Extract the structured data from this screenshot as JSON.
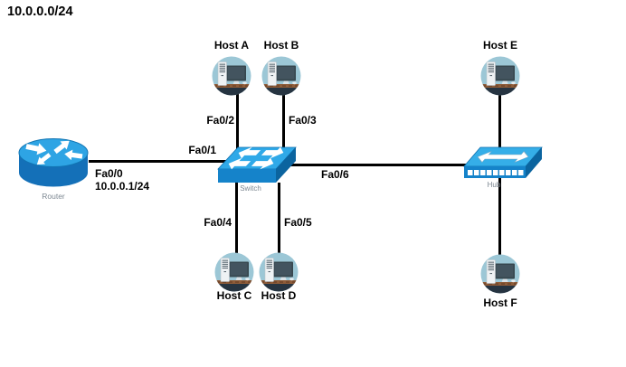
{
  "title": "10.0.0.0/24",
  "devices": {
    "router": {
      "label": "Router",
      "type": "router"
    },
    "switch": {
      "label": "Switch",
      "type": "switch"
    },
    "hub": {
      "label": "Hub",
      "type": "hub"
    },
    "hostA": {
      "label": "Host A",
      "type": "pc"
    },
    "hostB": {
      "label": "Host B",
      "type": "pc"
    },
    "hostC": {
      "label": "Host C",
      "type": "pc"
    },
    "hostD": {
      "label": "Host D",
      "type": "pc"
    },
    "hostE": {
      "label": "Host E",
      "type": "pc"
    },
    "hostF": {
      "label": "Host F",
      "type": "pc"
    }
  },
  "ports": {
    "fa0_0": "Fa0/0",
    "router_ip": "10.0.0.1/24",
    "fa0_1": "Fa0/1",
    "fa0_2": "Fa0/2",
    "fa0_3": "Fa0/3",
    "fa0_4": "Fa0/4",
    "fa0_5": "Fa0/5",
    "fa0_6": "Fa0/6"
  },
  "links": [
    {
      "from": "Router",
      "to": "Switch",
      "from_port": "Fa0/0",
      "to_port": "Fa0/1"
    },
    {
      "from": "Host A",
      "to": "Switch",
      "to_port": "Fa0/2"
    },
    {
      "from": "Host B",
      "to": "Switch",
      "to_port": "Fa0/3"
    },
    {
      "from": "Host C",
      "to": "Switch",
      "to_port": "Fa0/4"
    },
    {
      "from": "Host D",
      "to": "Switch",
      "to_port": "Fa0/5"
    },
    {
      "from": "Switch",
      "to": "Hub",
      "from_port": "Fa0/6"
    },
    {
      "from": "Host E",
      "to": "Hub"
    },
    {
      "from": "Host F",
      "to": "Hub"
    }
  ],
  "colors": {
    "link": "#000000",
    "device_top_blue": "#2FA9E8",
    "device_front_blue": "#1583CA",
    "device_side_blue": "#0B649F",
    "host_circle_bg": "#9CC7D6",
    "host_dark_base": "#263441",
    "desk_brown": "#8E5C39",
    "monitor_slate": "#37474F",
    "device_label_gray": "#7c8791"
  }
}
